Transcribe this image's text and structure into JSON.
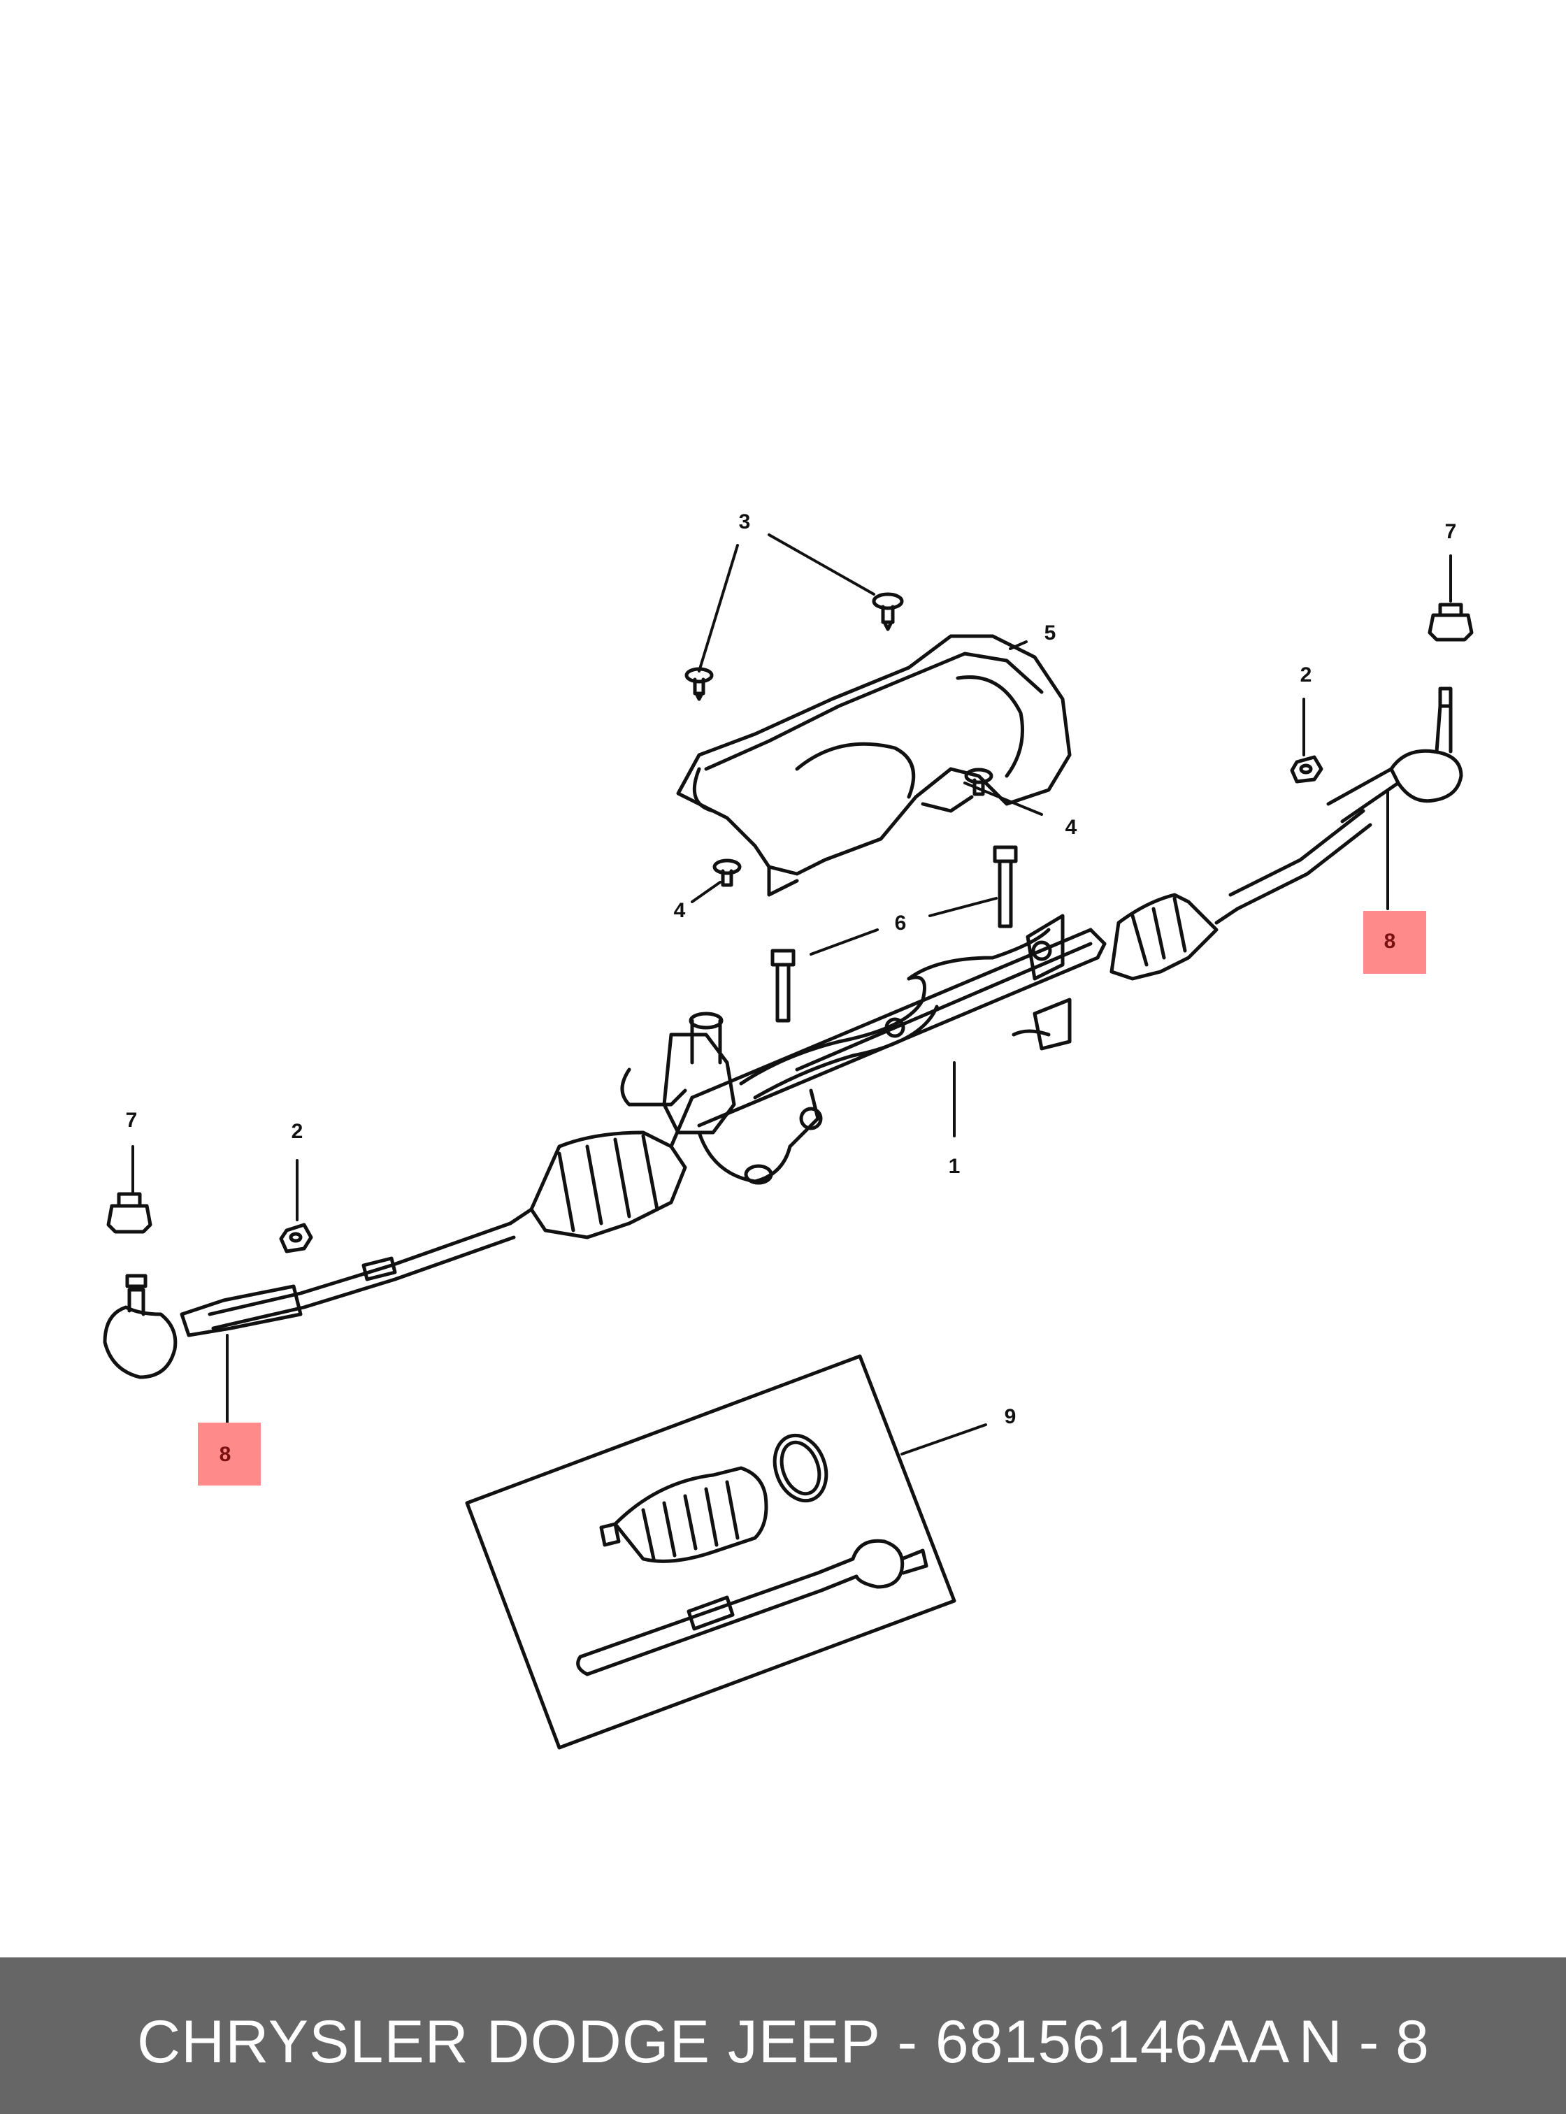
{
  "diagram": {
    "callouts": {
      "c1": "1",
      "c2a": "2",
      "c2b": "2",
      "c3": "3",
      "c4a": "4",
      "c4b": "4",
      "c5": "5",
      "c6": "6",
      "c7a": "7",
      "c7b": "7",
      "c8a": "8",
      "c8b": "8",
      "c9": "9"
    },
    "highlight_color": "#ff8a8a"
  },
  "footer": {
    "title": "CHRYSLER DODGE JEEP - 68156146AA",
    "page": "N - 8",
    "background": "#666666"
  }
}
